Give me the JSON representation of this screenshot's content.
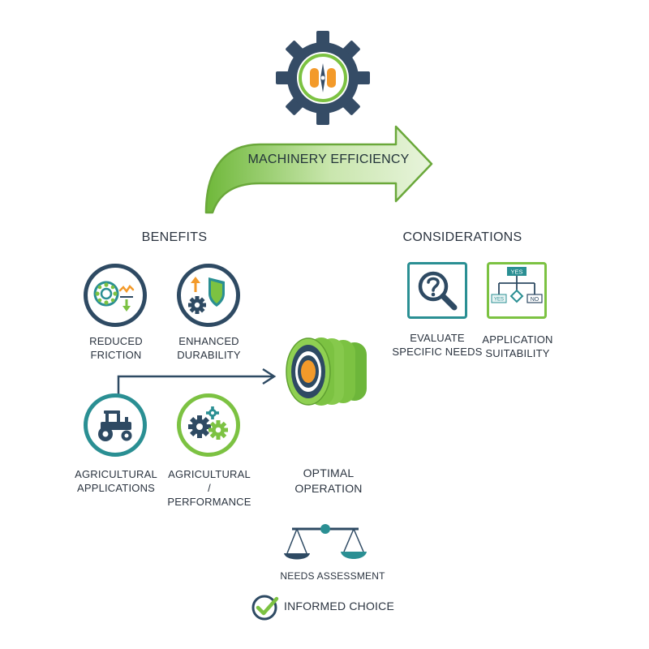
{
  "banner": {
    "label": "Machinery Efficiency"
  },
  "benefits": {
    "heading": "Benefits",
    "items": [
      {
        "label_line1": "Reduced",
        "label_line2": "Friction",
        "icon": "bearing-icon"
      },
      {
        "label_line1": "Enhanced",
        "label_line2": "Durability",
        "icon": "shield-gear-icon"
      },
      {
        "label_line1": "Agricultural",
        "label_line2": "Applications",
        "icon": "tractor-icon"
      },
      {
        "label_line1": "Agricultural",
        "label_line2": "/ Performance",
        "icon": "gears-icon"
      }
    ]
  },
  "considerations": {
    "heading": "Considerations",
    "items": [
      {
        "label_line1": "Evaluate",
        "label_line2": "Specific Needs",
        "icon": "magnifier-question-icon"
      },
      {
        "label_line1": "Application",
        "label_line2": "Suitability",
        "icon": "decision-flowchart-icon",
        "flow_yes": "YES",
        "flow_yes_small": "YES",
        "flow_no": "NO"
      }
    ]
  },
  "center": {
    "label_line1": "Optimal",
    "label_line2": "Operation",
    "icon": "roller-bearing-icon"
  },
  "assessment": {
    "label": "Needs Assessment",
    "icon": "balance-scale-icon"
  },
  "choice": {
    "label": "Informed Choice",
    "icon": "checkmark-circle-icon"
  },
  "colors": {
    "navy": "#2e4a63",
    "green": "#7cc242",
    "teal": "#2a8f93",
    "orange": "#f39a2a"
  }
}
